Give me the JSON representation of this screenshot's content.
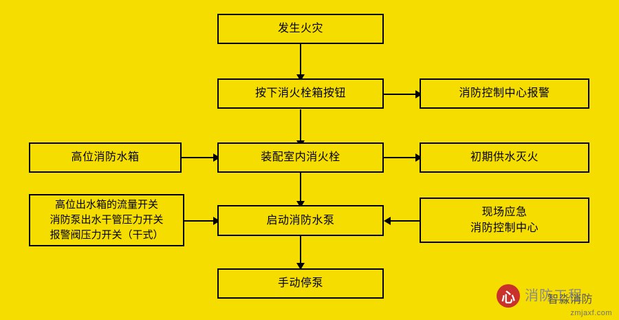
{
  "diagram": {
    "type": "flowchart",
    "background_color": "#f5dd00",
    "border_color": "#000000",
    "nodes": [
      {
        "id": "fire",
        "label": "发生火灾"
      },
      {
        "id": "button",
        "label": "按下消火栓箱按钮"
      },
      {
        "id": "center",
        "label": "消防控制中心报警"
      },
      {
        "id": "tank",
        "label": "高位消防水箱"
      },
      {
        "id": "hydrant",
        "label": "装配室内消火栓"
      },
      {
        "id": "initial",
        "label": "初期供水灭火"
      },
      {
        "id": "switches",
        "label": "高位出水箱的流量开关\n消防泵出水干管压力开关\n报警阀压力开关（干式）"
      },
      {
        "id": "pump",
        "label": "启动消防水泵"
      },
      {
        "id": "emergency",
        "label": "现场应急\n消防控制中心"
      },
      {
        "id": "stop",
        "label": "手动停泵"
      }
    ],
    "edges": [
      {
        "from": "fire",
        "to": "button",
        "direction": "down"
      },
      {
        "from": "button",
        "to": "center",
        "direction": "right"
      },
      {
        "from": "button",
        "to": "hydrant",
        "direction": "down"
      },
      {
        "from": "tank",
        "to": "hydrant",
        "direction": "right"
      },
      {
        "from": "hydrant",
        "to": "initial",
        "direction": "right"
      },
      {
        "from": "hydrant",
        "to": "pump",
        "direction": "down"
      },
      {
        "from": "switches",
        "to": "pump",
        "direction": "right"
      },
      {
        "from": "emergency",
        "to": "pump",
        "direction": "left"
      },
      {
        "from": "pump",
        "to": "stop",
        "direction": "down"
      }
    ]
  },
  "watermark": {
    "logo_glyph": "心",
    "title": "消防工程",
    "subtitle": "智淼消防",
    "url": "zmjaxf.com"
  }
}
